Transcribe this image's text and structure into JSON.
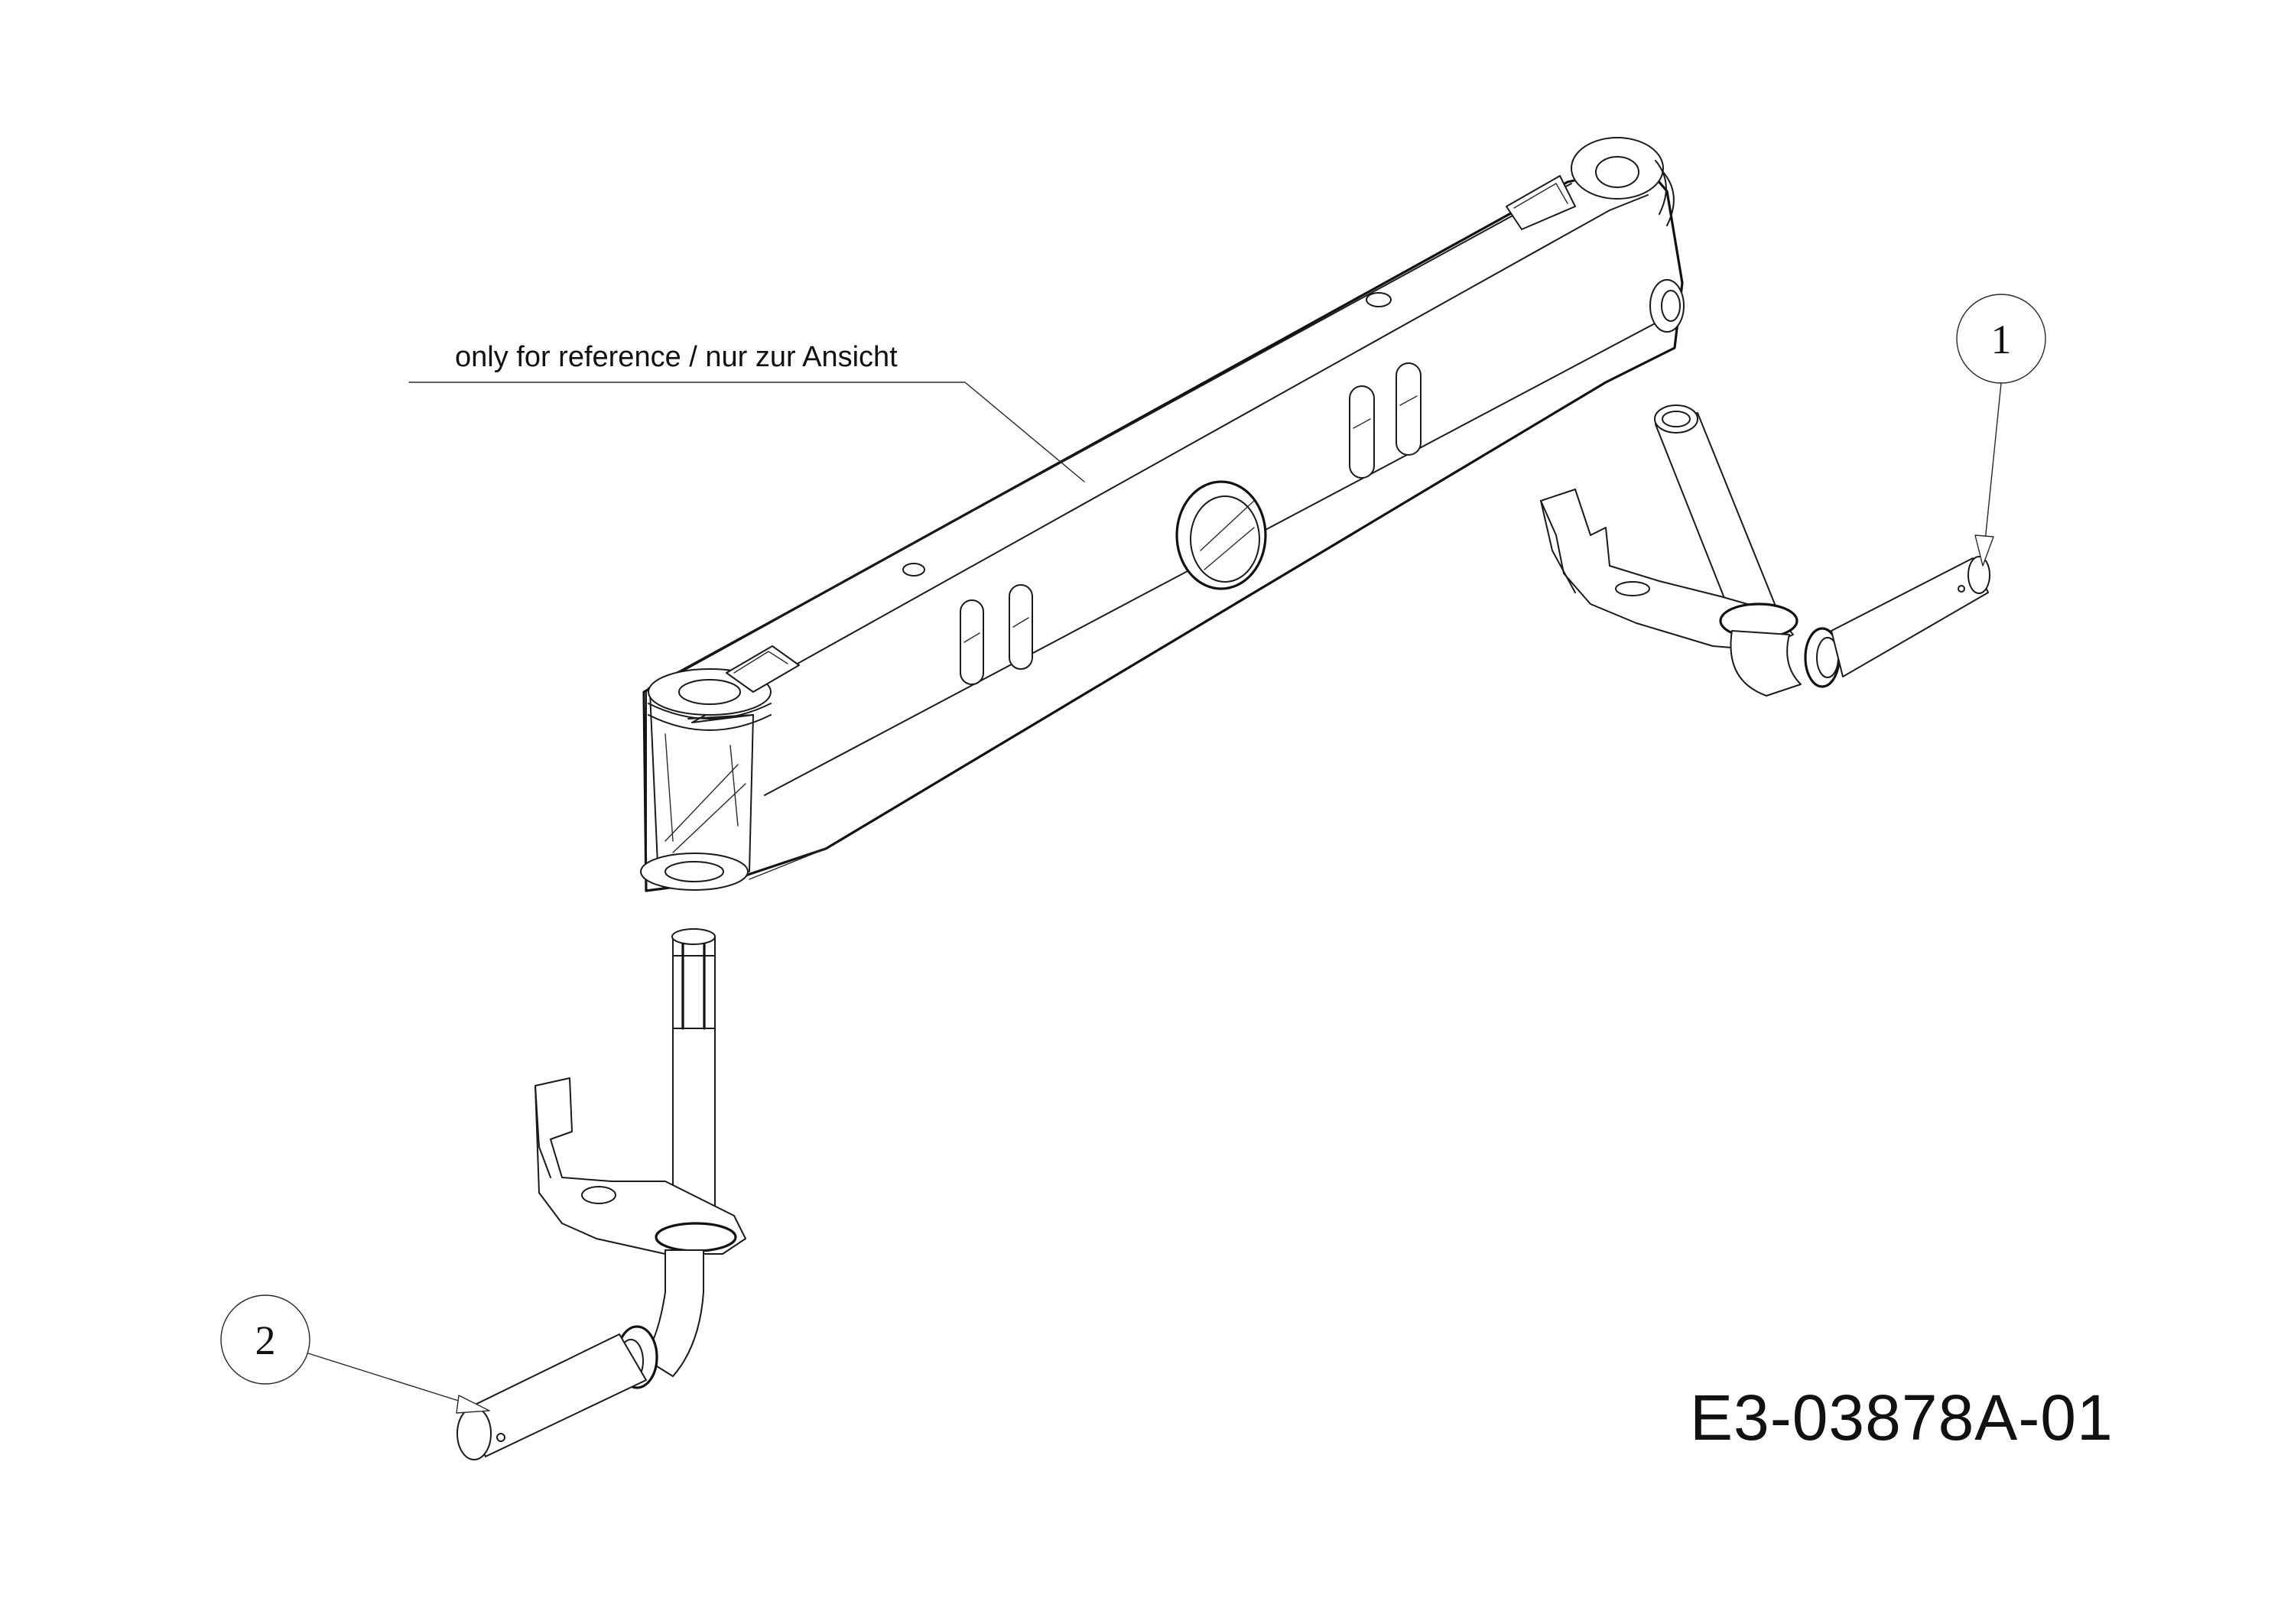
{
  "diagram": {
    "reference_note": "only for reference / nur zur Ansicht",
    "drawing_number": "E3-03878A-01",
    "callouts": [
      {
        "id": "callout-1",
        "number": "1"
      },
      {
        "id": "callout-2",
        "number": "2"
      }
    ]
  }
}
